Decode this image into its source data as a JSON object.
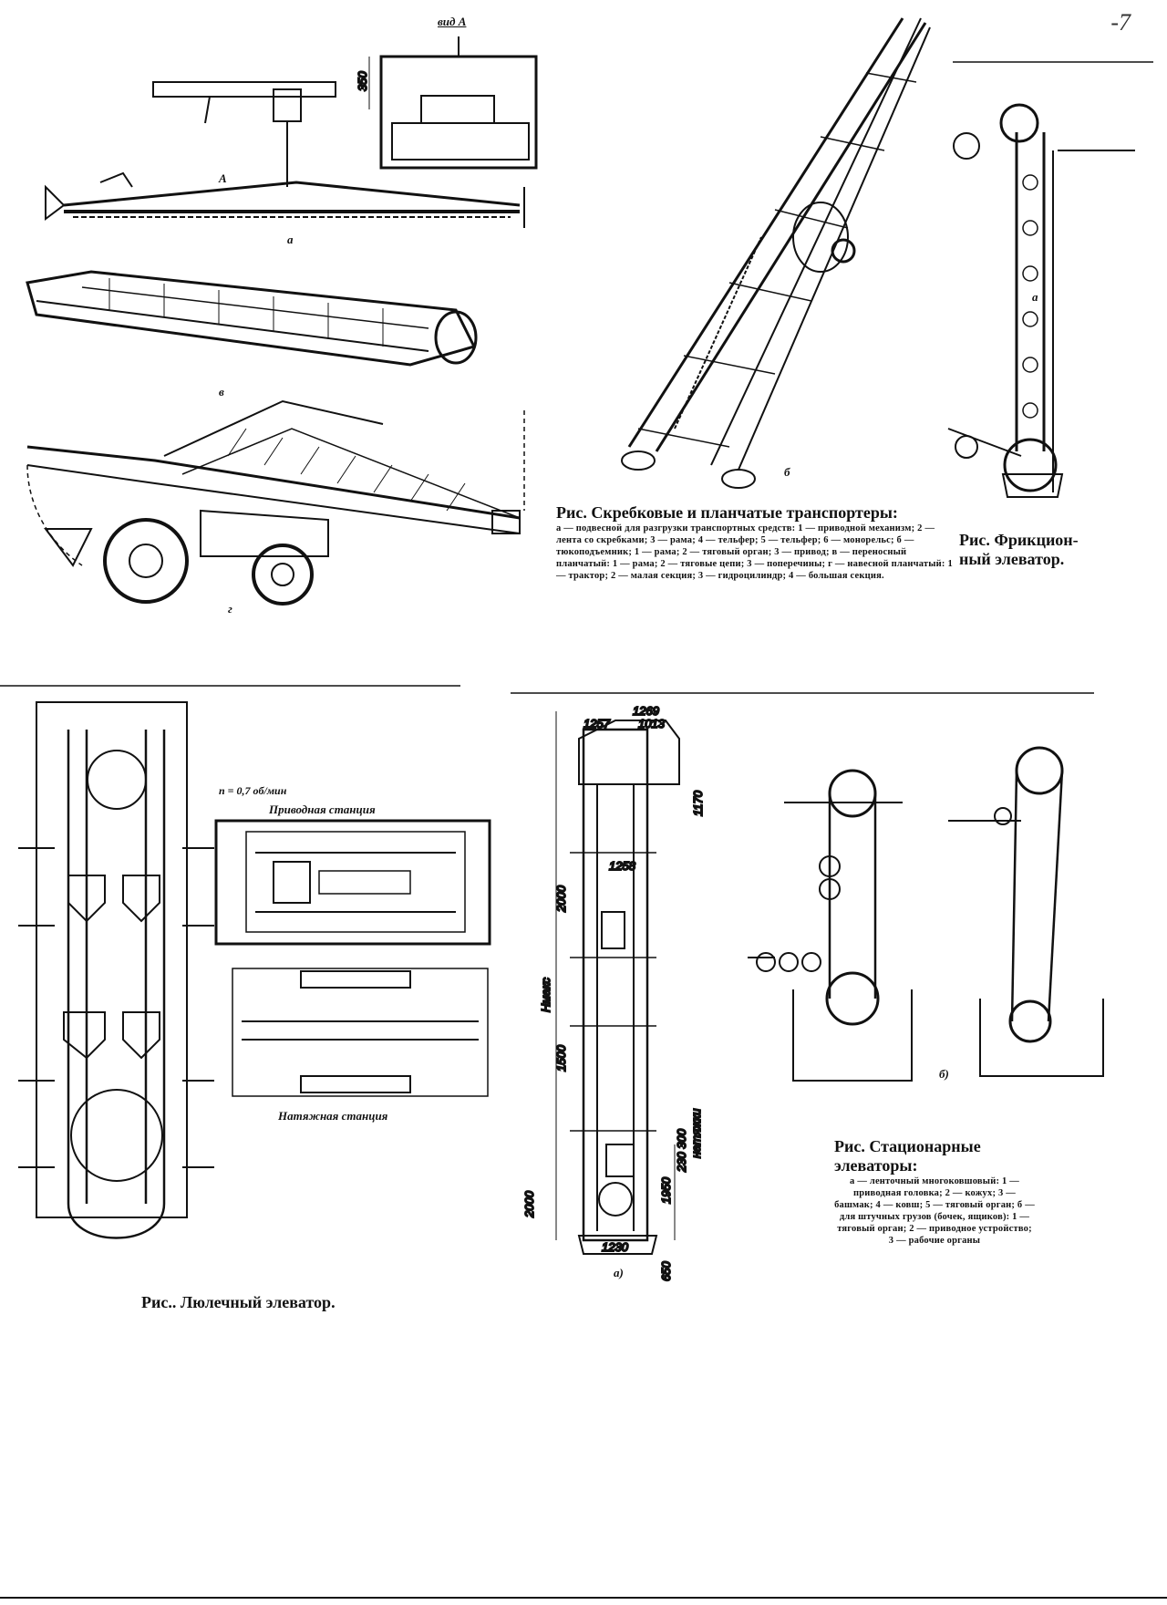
{
  "page_number": "-7",
  "top_left": {
    "view_label": "вид А",
    "dim_350": "350",
    "sub_a": "а",
    "sub_v": "в",
    "sub_g": "г",
    "arrow_A": "А"
  },
  "scraper": {
    "sub_b": "б",
    "caption_head": "Рис.       Скребковые и планчатые транспортеры:",
    "caption_body": "а — подвесной для разгрузки транспортных средств: 1 — приводной механизм; 2 — лента со скребками; 3 — рама; 4 — тельфер; 5 — тельфер; 6 — монорельс; б — тюкоподъемник; 1 — рама; 2 — тяговый орган; 3 — привод; в — переносный планчатый: 1 — рама; 2 — тяговые цепи; 3 — поперечины; г — навесной планчатый: 1 — трактор; 2 — малая секция; 3 — гидроцилиндр; 4 — большая секция."
  },
  "friction": {
    "caption_head": "Рис.          Фрикцион-\nный элеватор.",
    "label_a": "а"
  },
  "cradle": {
    "speed": "n = 0,7 об/мин",
    "drive_station": "Приводная станция",
    "tension_station": "Натяжная станция",
    "caption": "Рис..    Люлечный элеватор."
  },
  "bucket": {
    "dims": {
      "d1269": "1269",
      "d1257": "1257",
      "d1013": "1013",
      "d1258": "1258",
      "d2000a": "2000",
      "d1500": "1500",
      "d1950": "1950",
      "d2000b": "2000",
      "d1230": "1230",
      "d650": "650",
      "d1170": "1170",
      "d230": "230 300",
      "hmax": "Нмакс",
      "tension": "натяжки"
    },
    "sub_a": "а)"
  },
  "stationary": {
    "sub_b": "б)",
    "caption_head": "Рис.          Стационарные\nэлеваторы:",
    "caption_body": "а — ленточный многоковшовый: 1 — приводная головка; 2 — кожух; 3 — башмак; 4 — ковш; 5 — тяговый орган; б — для штучных грузов (бочек, ящиков): 1 — тяговый орган; 2 — приводное устройство; 3 — рабочие органы"
  }
}
